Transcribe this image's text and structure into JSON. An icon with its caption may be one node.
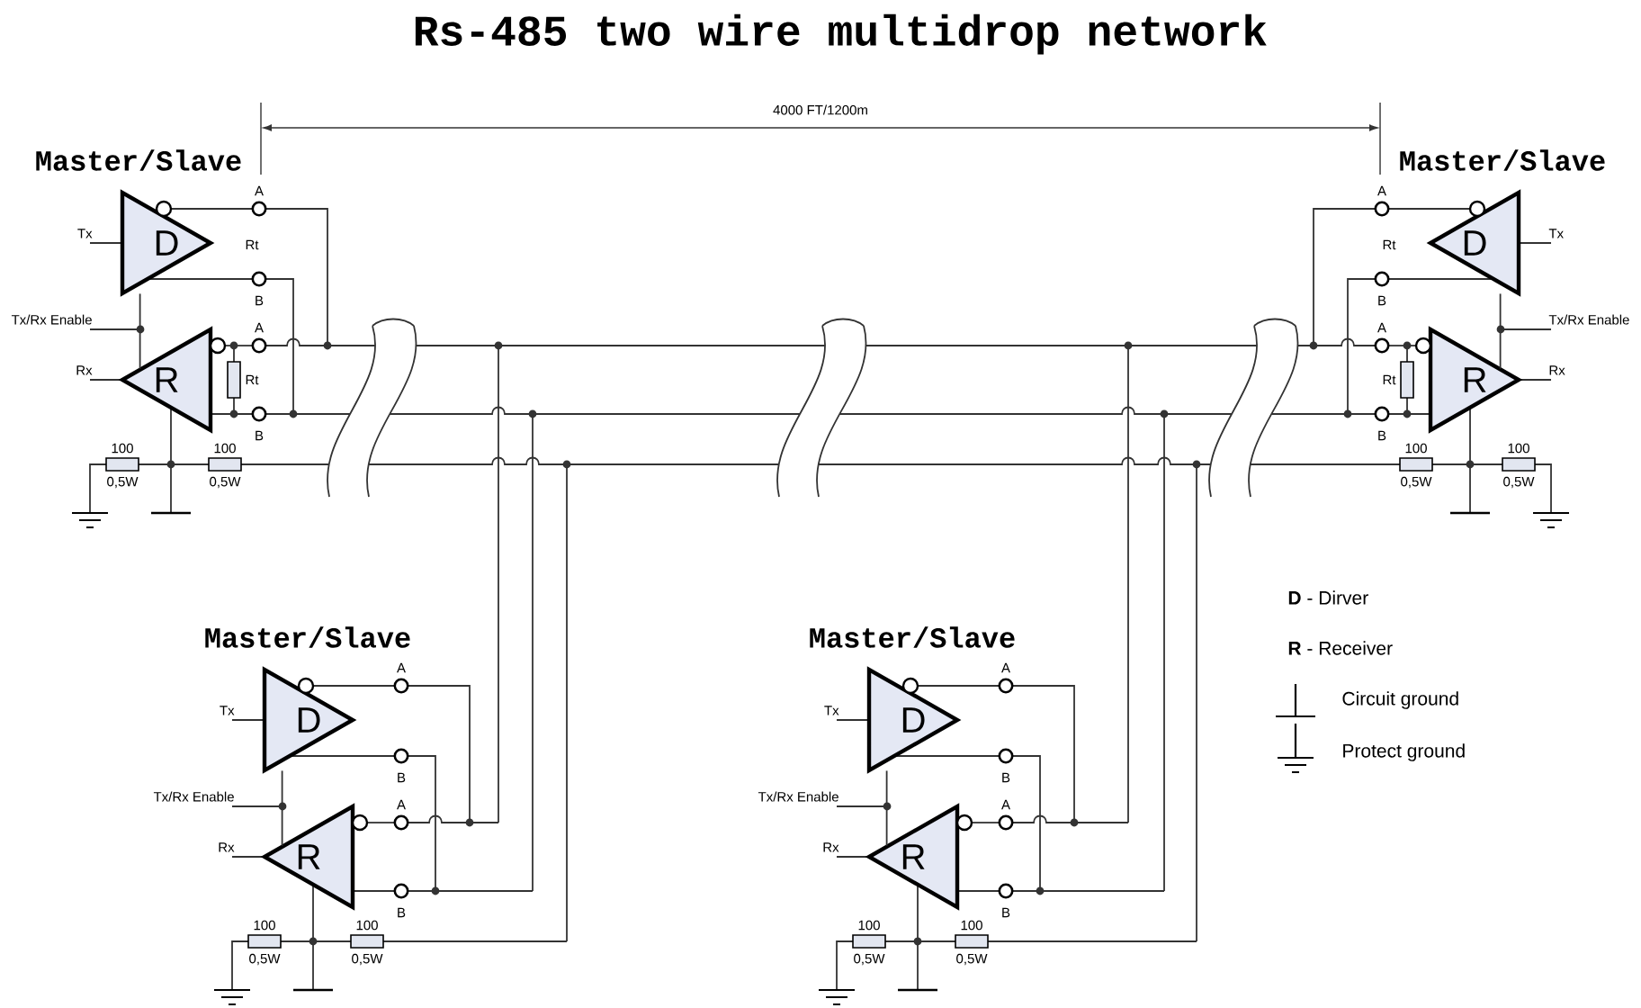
{
  "diagram": {
    "title": "Rs-485 two wire multidrop network",
    "nodes": [
      {
        "text": [
          "D"
        ],
        "beside": [
          "A",
          "Tx",
          "B"
        ]
      },
      {
        "text": [
          "D"
        ],
        "beside": [
          "A",
          "Tx",
          "B"
        ]
      },
      {
        "text": [
          "R"
        ],
        "beside": [
          "A",
          "Rx",
          "B"
        ]
      },
      {
        "text": [
          "R"
        ],
        "beside": [
          "A",
          "Rx",
          "B"
        ]
      },
      {
        "text": [
          "D"
        ],
        "beside": [
          "A",
          "Tx",
          "B"
        ]
      },
      {
        "text": [
          "D"
        ],
        "beside": [
          "A",
          "Tx",
          "B"
        ]
      },
      {
        "text": [
          "R"
        ],
        "beside": [
          "A",
          "Rx",
          "B"
        ]
      },
      {
        "text": [
          "R"
        ],
        "beside": [
          "A",
          "Rx",
          "B"
        ]
      }
    ],
    "edges": [
      {
        "from": 0,
        "to": 2,
        "arrow": "none"
      },
      {
        "from": 1,
        "to": 3,
        "arrow": "none"
      },
      {
        "from": 4,
        "to": 6,
        "arrow": "none"
      },
      {
        "from": 5,
        "to": 7,
        "arrow": "none"
      }
    ],
    "labels": [
      "4000 FT/1200m",
      "Master/Slave",
      "Rt",
      "Tx/Rx Enable",
      "Rt",
      "100",
      "100",
      "0,5W",
      "0,5W",
      "Master/Slave",
      "Rt",
      "Tx/Rx Enable",
      "Rt",
      "100",
      "100",
      "0,5W",
      "0,5W",
      "Master/Slave",
      "Tx/Rx Enable",
      "100",
      "100",
      "0,5W",
      "0,5W",
      "Master/Slave",
      "Tx/Rx Enable",
      "100",
      "100",
      "0,5W",
      "0,5W"
    ],
    "legend": [
      {
        "text": "**D** - Dirver"
      },
      {
        "text": "**R** - Receiver"
      },
      {
        "text": "Circuit ground"
      },
      {
        "text": "Protect ground"
      }
    ]
  }
}
